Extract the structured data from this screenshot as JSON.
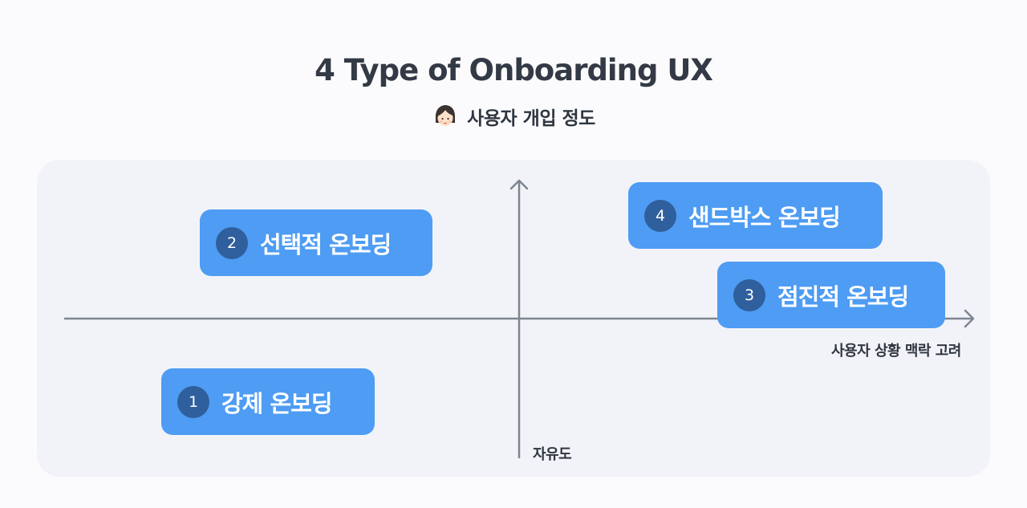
{
  "title": "4 Type of Onboarding UX",
  "subtitle": {
    "icon": "woman-face-icon",
    "text": "사용자 개입 정도"
  },
  "axes": {
    "x_label": "사용자 상황 맥락 고려",
    "y_label": "자유도"
  },
  "quadrant_items": [
    {
      "number": "1",
      "label": "강제 온보딩"
    },
    {
      "number": "2",
      "label": "선택적 온보딩"
    },
    {
      "number": "3",
      "label": "점진적 온보딩"
    },
    {
      "number": "4",
      "label": "샌드박스 온보딩"
    }
  ],
  "colors": {
    "card": "#4e9cf3",
    "badge": "#2f5f9c",
    "axis": "#7d8591",
    "panel": "#f2f3f8"
  }
}
